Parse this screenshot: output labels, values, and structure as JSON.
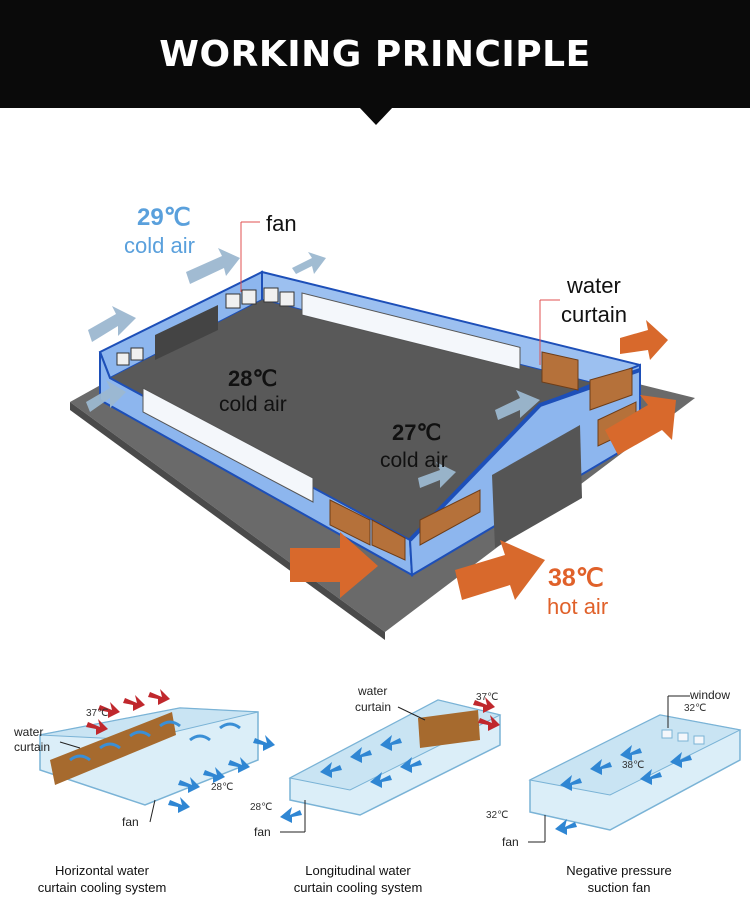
{
  "header": {
    "title": "WORKING PRINCIPLE"
  },
  "main_diagram": {
    "labels": {
      "cold_air_top_temp": "29℃",
      "cold_air_top_text": "cold air",
      "fan": "fan",
      "water_curtain_line1": "water",
      "water_curtain_line2": "curtain",
      "center_temp": "28℃",
      "center_text": "cold air",
      "right_temp": "27℃",
      "right_text": "cold air",
      "hot_air_temp": "38℃",
      "hot_air_text": "hot air"
    }
  },
  "systems": [
    {
      "caption_line1": "Horizontal water",
      "caption_line2": "curtain cooling system",
      "temp_in": "37℃",
      "temp_out": "28℃",
      "label_curtain_1": "water",
      "label_curtain_2": "curtain",
      "label_fan": "fan"
    },
    {
      "caption_line1": "Longitudinal water",
      "caption_line2": "curtain cooling system",
      "temp_in": "37℃",
      "temp_out": "28℃",
      "label_curtain_1": "water",
      "label_curtain_2": "curtain",
      "label_fan": "fan"
    },
    {
      "caption_line1": "Negative pressure",
      "caption_line2": "suction fan",
      "label_window": "window",
      "temp_in": "32℃",
      "temp_mid": "38℃",
      "temp_out": "32℃",
      "label_fan": "fan"
    }
  ],
  "colors": {
    "banner": "#0a0a0a",
    "cold": "#5aa0dc",
    "hot": "#e0612a",
    "wall": "#8fb8f0",
    "floor": "#5b5b5b",
    "wall_edge": "#1d4fb8"
  }
}
